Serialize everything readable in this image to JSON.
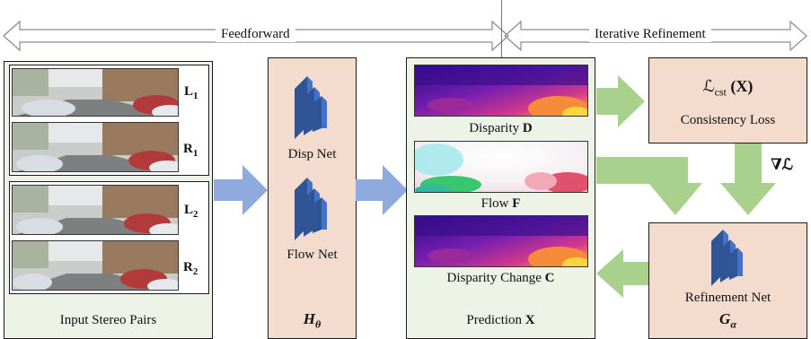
{
  "phases": {
    "feedforward": "Feedforward",
    "refinement": "Iterative Refinement"
  },
  "input": {
    "caption": "Input Stereo Pairs",
    "pairs": [
      {
        "left": "L",
        "left_sub": "1",
        "right": "R",
        "right_sub": "1"
      },
      {
        "left": "L",
        "left_sub": "2",
        "right": "R",
        "right_sub": "2"
      }
    ]
  },
  "h_theta": {
    "disp_net": "Disp Net",
    "flow_net": "Flow Net",
    "symbol": "H",
    "symbol_sub": "θ"
  },
  "prediction": {
    "disparity_prefix": "Disparity ",
    "disparity_var": "D",
    "flow_prefix": "Flow ",
    "flow_var": "F",
    "change_prefix": "Disparity Change ",
    "change_var": "C",
    "caption_prefix": "Prediction ",
    "caption_var": "X"
  },
  "loss": {
    "symbol": "ℒ",
    "symbol_sub": "cst",
    "arg": "(X)",
    "name": "Consistency Loss",
    "gradient": "∇ℒ"
  },
  "refinement": {
    "name": "Refinement Net",
    "symbol": "G",
    "symbol_sub": "α"
  },
  "colors": {
    "green_panel": "#eef3e7",
    "pink_panel": "#f3dccd",
    "blue_arrow": "#8faadc",
    "green_arrow": "#a9d18e",
    "net_blue": "#4472c4"
  }
}
